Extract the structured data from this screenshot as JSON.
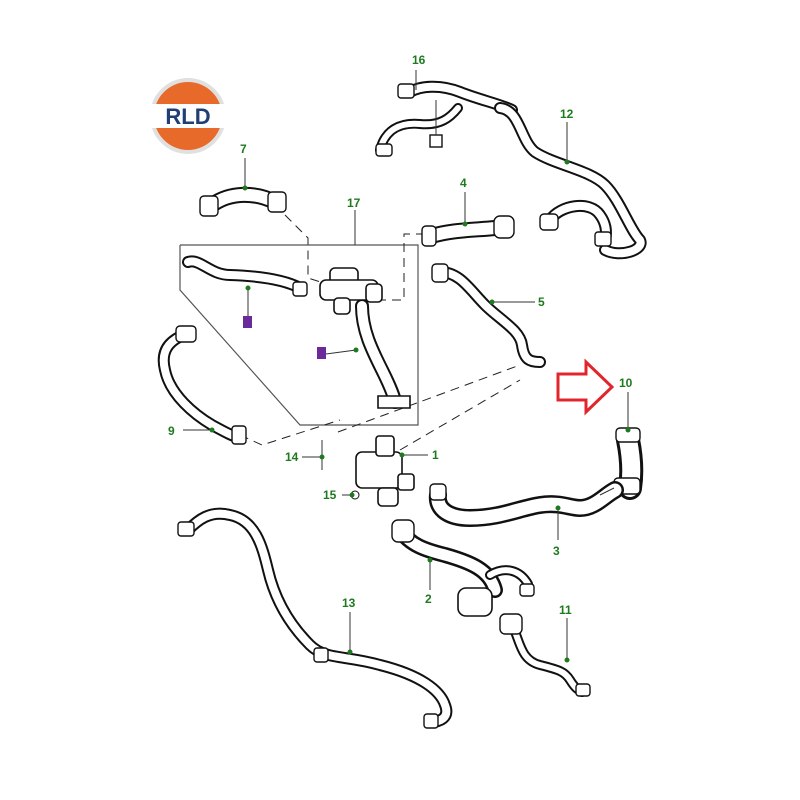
{
  "logo": {
    "text": "RLD",
    "colors": {
      "top": "#e86a2a",
      "bottom": "#e86a2a",
      "band": "#ffffff",
      "text": "#1f3f75",
      "ring": "#d8d8d8"
    }
  },
  "arrow": {
    "color": "#e0262c",
    "icon": "right-arrow-icon"
  },
  "label_color": "#1f7a1f",
  "callouts": {
    "c1": "1",
    "c2": "2",
    "c3": "3",
    "c4": "4",
    "c5": "5",
    "c7": "7",
    "c9": "9",
    "c10": "10",
    "c11": "11",
    "c12": "12",
    "c13": "13",
    "c14": "14",
    "c15": "15",
    "c16": "16",
    "c17": "17"
  },
  "sub_marker_color": "#6a2a9a"
}
